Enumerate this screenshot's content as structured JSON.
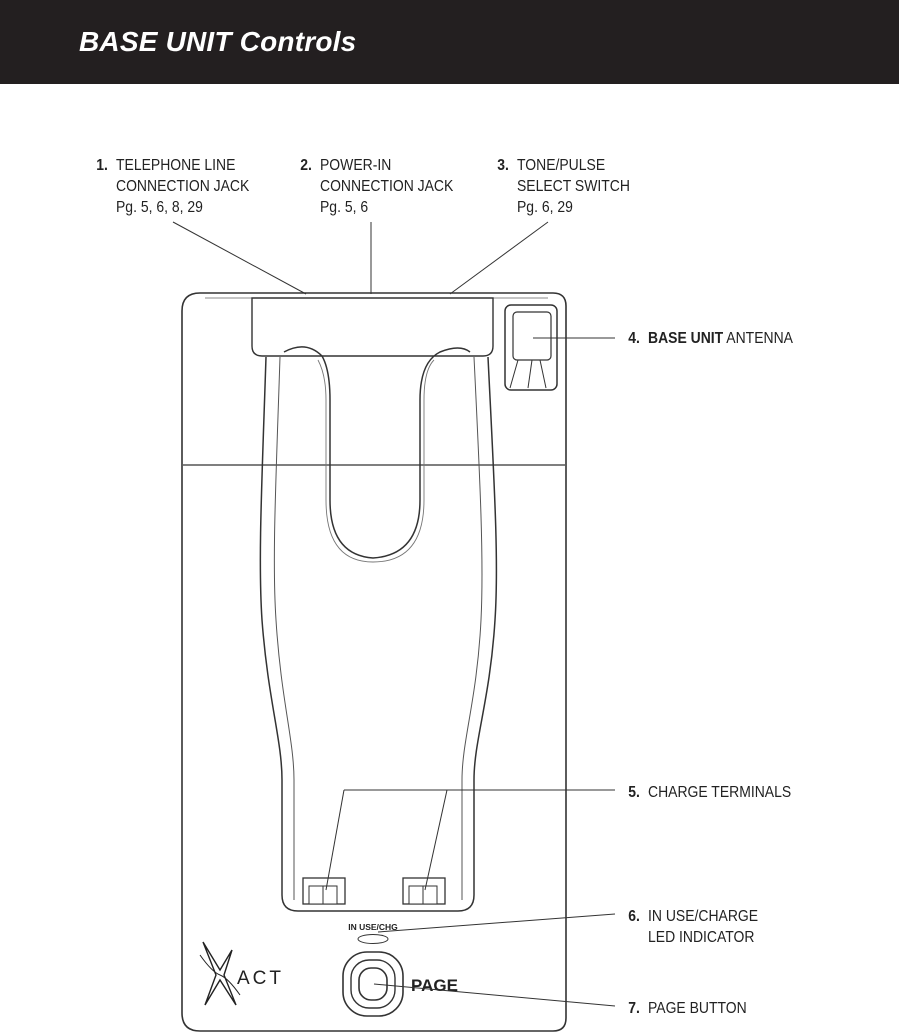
{
  "header": {
    "title": "BASE UNIT Controls"
  },
  "callouts": [
    {
      "number": "1.",
      "lines": [
        "TELEPHONE LINE",
        "CONNECTION JACK",
        "Pg. 5, 6, 8, 29"
      ]
    },
    {
      "number": "2.",
      "lines": [
        "POWER-IN",
        "CONNECTION JACK",
        "Pg. 5, 6"
      ]
    },
    {
      "number": "3.",
      "lines": [
        "TONE/PULSE",
        "SELECT SWITCH",
        "Pg. 6, 29"
      ]
    },
    {
      "number": "4.",
      "bold": "BASE UNIT",
      "rest": "ANTENNA"
    },
    {
      "number": "5.",
      "lines": [
        "CHARGE TERMINALS"
      ]
    },
    {
      "number": "6.",
      "lines": [
        "IN USE/CHARGE",
        "LED INDICATOR"
      ]
    },
    {
      "number": "7.",
      "lines": [
        "PAGE BUTTON"
      ]
    }
  ],
  "device": {
    "led_label": "IN USE/CHG",
    "page_label": "PAGE",
    "logo_text": "ACT",
    "logo_mark": "X"
  }
}
